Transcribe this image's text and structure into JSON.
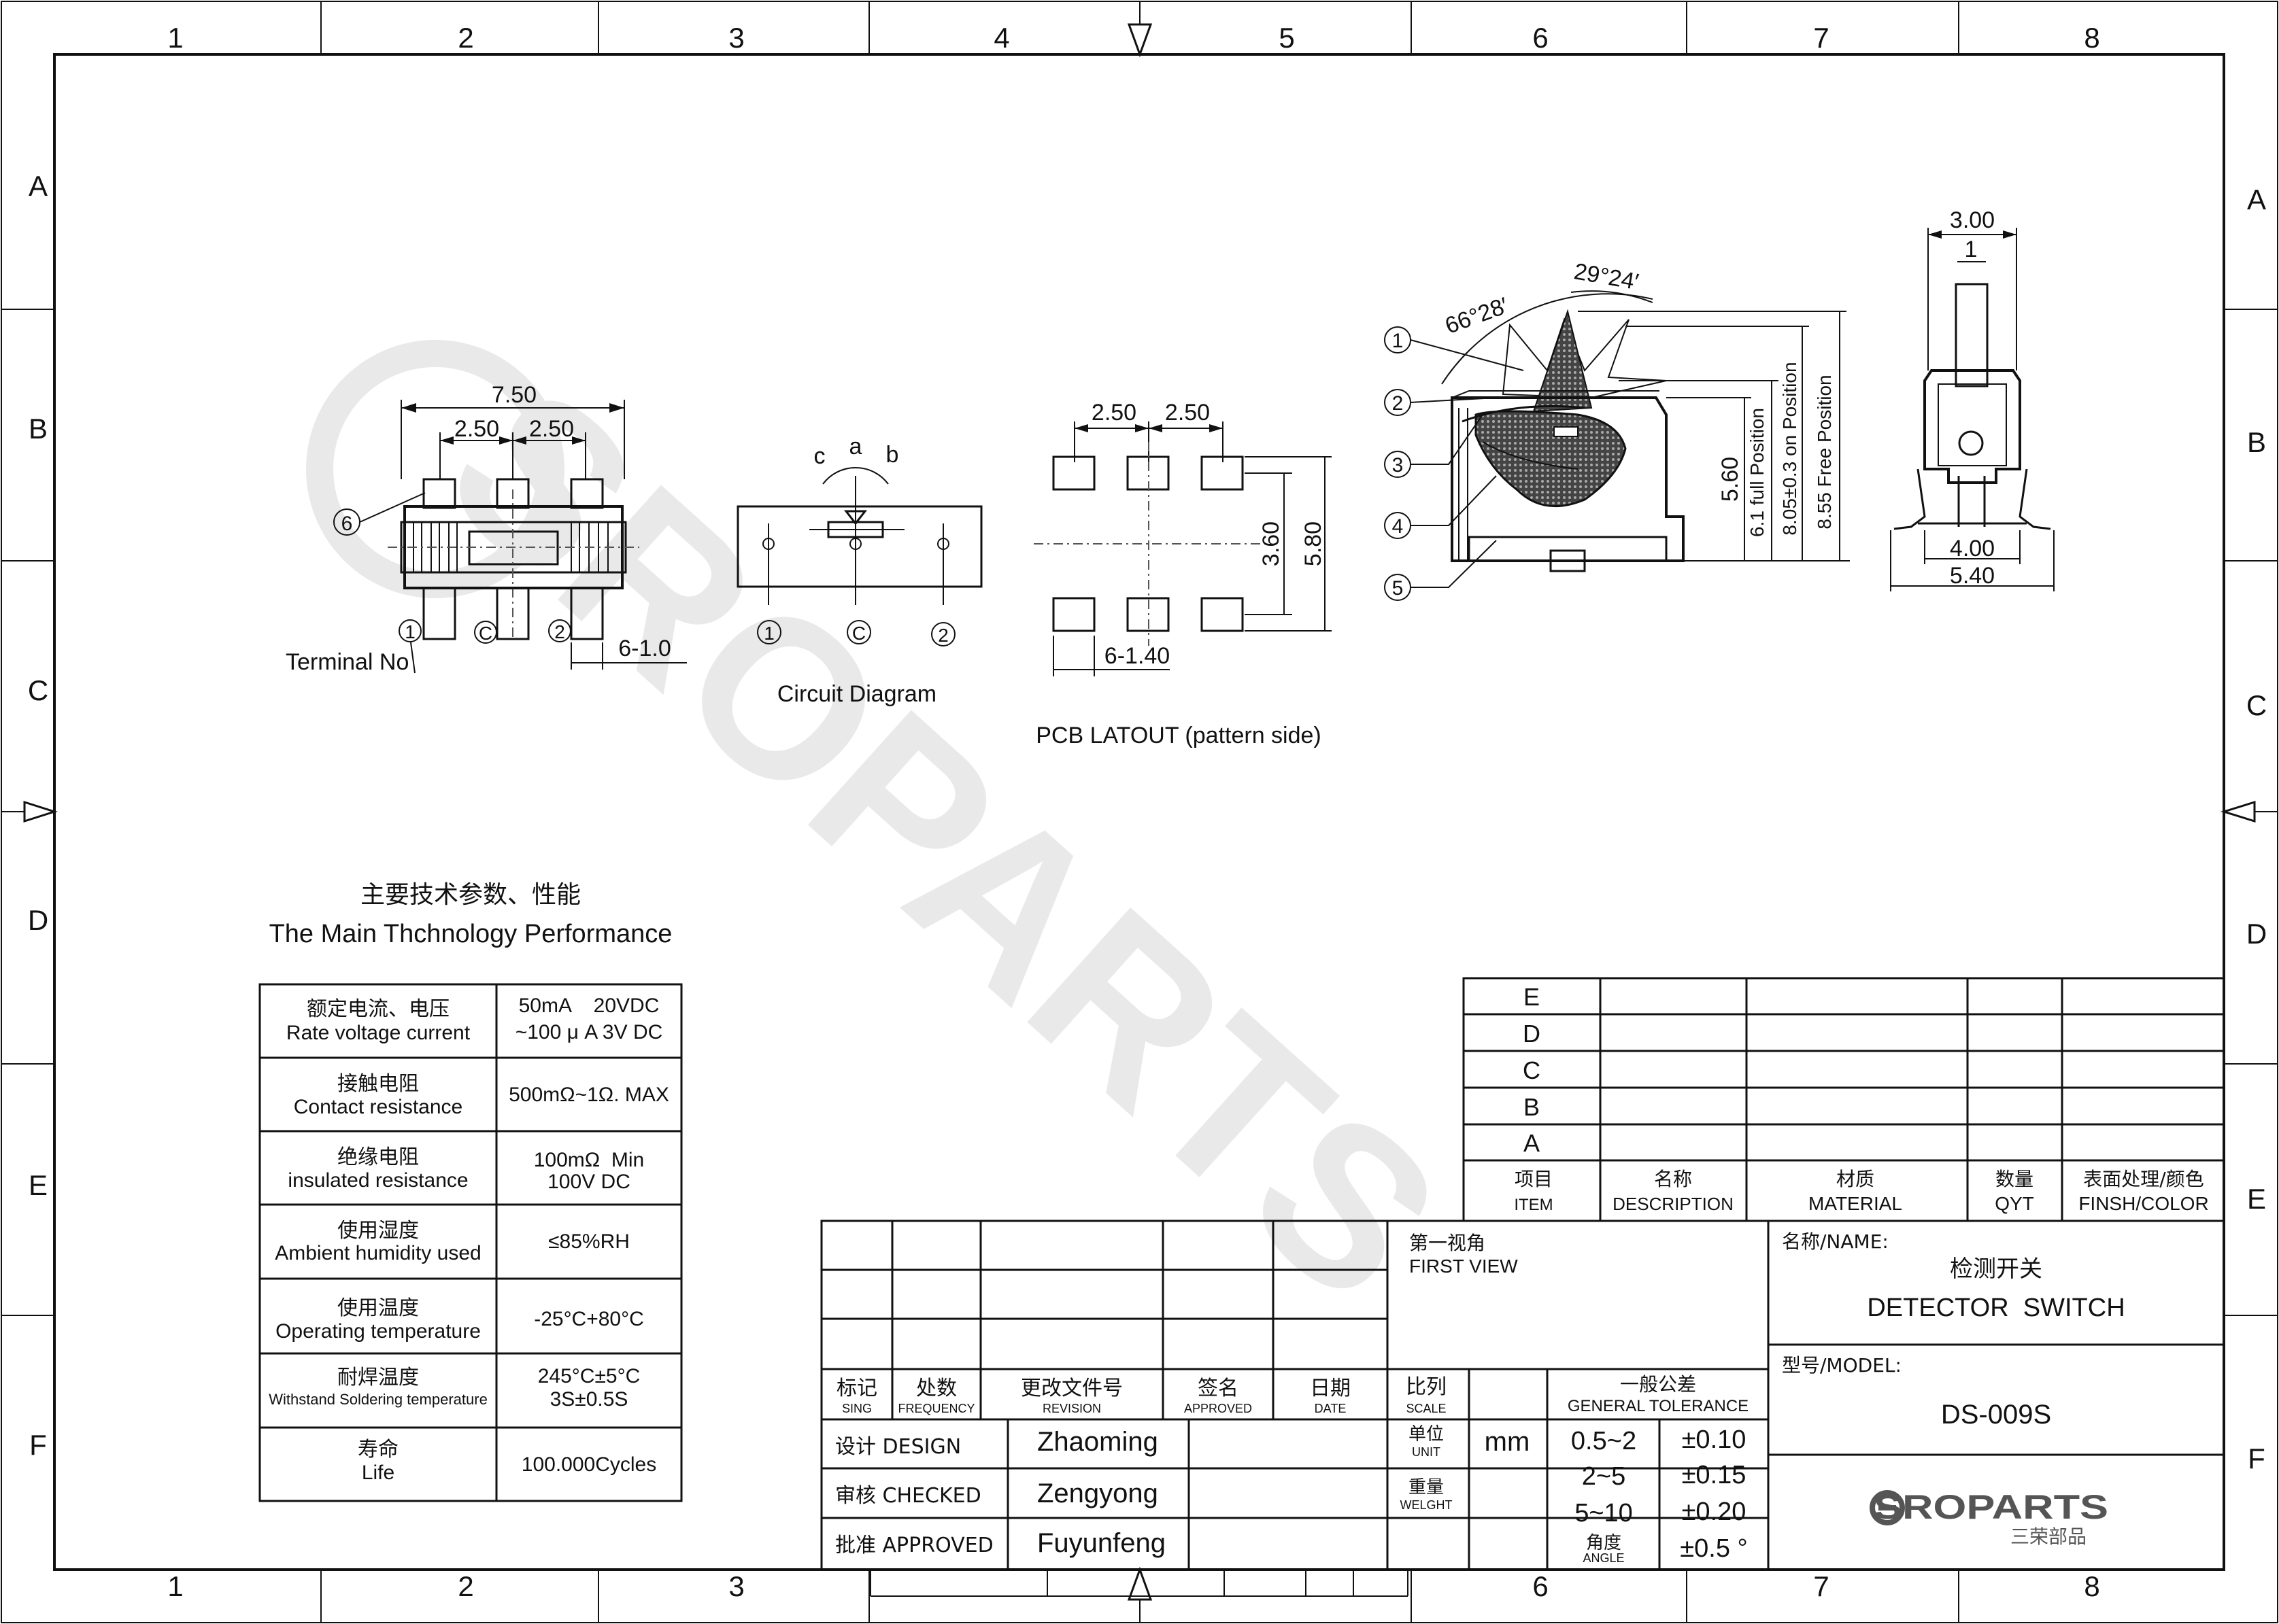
{
  "border": {
    "col_labels": [
      "1",
      "2",
      "3",
      "4",
      "5",
      "6",
      "7",
      "8"
    ],
    "row_labels": [
      "A",
      "B",
      "C",
      "D",
      "E",
      "F"
    ]
  },
  "watermark": {
    "text": "SROPARTS"
  },
  "top_view": {
    "dim_overall": "7.50",
    "dim_pitch_left": "2.50",
    "dim_pitch_right": "2.50",
    "dim_terminal": "6-1.0",
    "callout_6": "6",
    "terminal_1": "1",
    "terminal_c": "C",
    "terminal_2": "2",
    "terminal_label": "Terminal No"
  },
  "circuit": {
    "label_c": "c",
    "label_a": "a",
    "label_b": "b",
    "pin_1": "1",
    "pin_c": "C",
    "pin_2": "2",
    "caption": "Circuit Diagram"
  },
  "pcb": {
    "dim_pitch_left": "2.50",
    "dim_pitch_right": "2.50",
    "dim_360": "3.60",
    "dim_580": "5.80",
    "dim_pad": "6-1.40",
    "caption": "PCB LATOUT  (pattern side)"
  },
  "side_view": {
    "angle_1": "66°28′",
    "angle_2": "29°24′",
    "callouts": [
      "1",
      "2",
      "3",
      "4",
      "5"
    ],
    "dim_560": "5.60",
    "dim_full": "6.1 full Position",
    "dim_on": "8.05±0.3 on Position",
    "dim_free": "8.55 Free Position"
  },
  "front_view": {
    "dim_300": "3.00",
    "dim_1": "1",
    "dim_400": "4.00",
    "dim_540": "5.40"
  },
  "performance": {
    "title_cn": "主要技术参数、性能",
    "title_en": "The Main Thchnology Performance",
    "rows": [
      {
        "cn": "额定电流、电压",
        "en": "Rate voltage current",
        "v1": "50mA    20VDC",
        "v2": "~100 μ A 3V DC"
      },
      {
        "cn": "接触电阻",
        "en": "Contact resistance",
        "v1": "500mΩ~1Ω. MAX",
        "v2": ""
      },
      {
        "cn": "绝缘电阻",
        "en": "insulated resistance",
        "v1": "100mΩ  Min",
        "v2": "100V DC"
      },
      {
        "cn": "使用湿度",
        "en": "Ambient humidity used",
        "v1": "≤85%RH",
        "v2": ""
      },
      {
        "cn": "使用温度",
        "en": "Operating temperature",
        "v1": "-25°C+80°C",
        "v2": ""
      },
      {
        "cn": "耐焊温度",
        "en": "Withstand Soldering temperature",
        "v1": "245°C±5°C",
        "v2": "3S±0.5S"
      },
      {
        "cn": "寿命",
        "en": "Life",
        "v1": "100.000Cycles",
        "v2": ""
      }
    ]
  },
  "bom": {
    "rows": [
      "E",
      "D",
      "C",
      "B",
      "A"
    ],
    "headers": [
      {
        "cn": "项目",
        "en": "ITEM"
      },
      {
        "cn": "名称",
        "en": "DESCRIPTION"
      },
      {
        "cn": "材质",
        "en": "MATERIAL"
      },
      {
        "cn": "数量",
        "en": "QYT"
      },
      {
        "cn": "表面处理/颜色",
        "en": "FINSH/COLOR"
      }
    ]
  },
  "revision": {
    "headers": [
      {
        "cn": "标记",
        "en": "SING"
      },
      {
        "cn": "处数",
        "en": "FREQUENCY"
      },
      {
        "cn": "更改文件号",
        "en": "REVISION"
      },
      {
        "cn": "签名",
        "en": "APPROVED"
      },
      {
        "cn": "日期",
        "en": "DATE"
      }
    ],
    "people": [
      {
        "role": "设计 DESIGN",
        "name": "Zhaoming"
      },
      {
        "role": "审核 CHECKED",
        "name": "Zengyong"
      },
      {
        "role": "批准 APPROVED",
        "name": "Fuyunfeng"
      }
    ]
  },
  "view": {
    "cn": "第一视角",
    "en": "FIRST VIEW"
  },
  "scale": {
    "cn": "比列",
    "en": "SCALE"
  },
  "unit": {
    "cn": "单位",
    "en": "UNIT",
    "value": "mm"
  },
  "weight": {
    "cn": "重量",
    "en": "WELGHT"
  },
  "tolerance": {
    "title_cn": "一般公差",
    "title_en": "GENERAL TOLERANCE",
    "rows": [
      {
        "range": "0.5~2",
        "tol": "±0.10"
      },
      {
        "range": "2~5",
        "tol": "±0.15"
      },
      {
        "range": "5~10",
        "tol": "±0.20"
      }
    ],
    "angle_cn": "角度",
    "angle_en": "ANGLE",
    "angle_tol": "±0.5 °"
  },
  "name_block": {
    "label": "名称/NAME:",
    "cn": "检测开关",
    "en": "DETECTOR  SWITCH"
  },
  "model_block": {
    "label": "型号/MODEL:",
    "value": "DS-009S"
  },
  "logo": {
    "text": "SROPARTS",
    "cn": "三荣部品"
  }
}
